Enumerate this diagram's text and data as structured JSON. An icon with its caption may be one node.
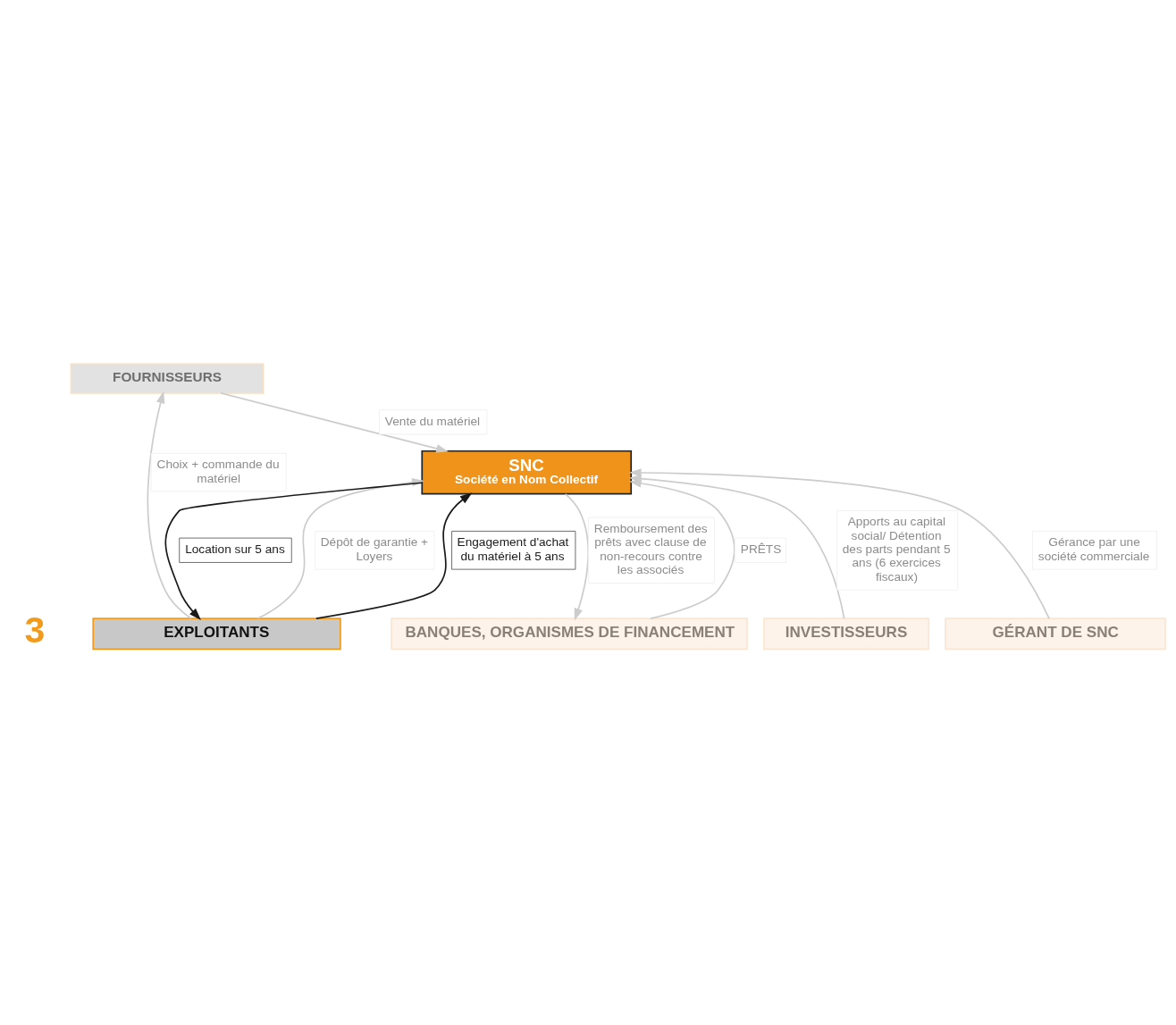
{
  "diagram": {
    "nodes": [
      {
        "text": [
          "FOURNISSEURS"
        ]
      },
      {
        "text": [
          "EXPLOITANTS"
        ]
      },
      {
        "text": [
          "BANQUES, ORGANISMES DE FINANCEMENT"
        ]
      },
      {
        "text": [
          "SNC",
          "Société en Nom Collectif"
        ]
      },
      {
        "text": [
          "INVESTISSEURS"
        ]
      },
      {
        "text": [
          "GÉRANT DE SNC"
        ]
      }
    ],
    "edges": [
      {
        "from": 1,
        "to": 0,
        "arrow": "to",
        "label": "Choix + commande du matériel"
      },
      {
        "from": 0,
        "to": 3,
        "arrow": "to",
        "label": "Vente du matériel"
      },
      {
        "from": 1,
        "to": 3,
        "arrow": "to",
        "label": "Dépôt de garantie + Loyers"
      },
      {
        "from": 3,
        "to": 1,
        "arrow": "to",
        "label": "Location sur 5 ans",
        "color": "#1a1a1a"
      },
      {
        "from": 1,
        "to": 3,
        "arrow": "to",
        "label": "Engagement d'achat du matériel à 5 ans",
        "color": "#1a1a1a"
      },
      {
        "from": 3,
        "to": 2,
        "arrow": "to",
        "label": "Remboursement des prêts avec clause de non-recours contre les associés"
      },
      {
        "from": 2,
        "to": 3,
        "arrow": "to",
        "label": "PRÊTS"
      },
      {
        "from": 4,
        "to": 3,
        "arrow": "to",
        "label": "Apports au capital social/ Détention des parts pendant 5 ans (6 exercices fiscaux)"
      },
      {
        "from": 5,
        "to": 3,
        "arrow": "to",
        "label": "Gérance par une société commerciale"
      }
    ],
    "labels": [
      "3"
    ]
  }
}
